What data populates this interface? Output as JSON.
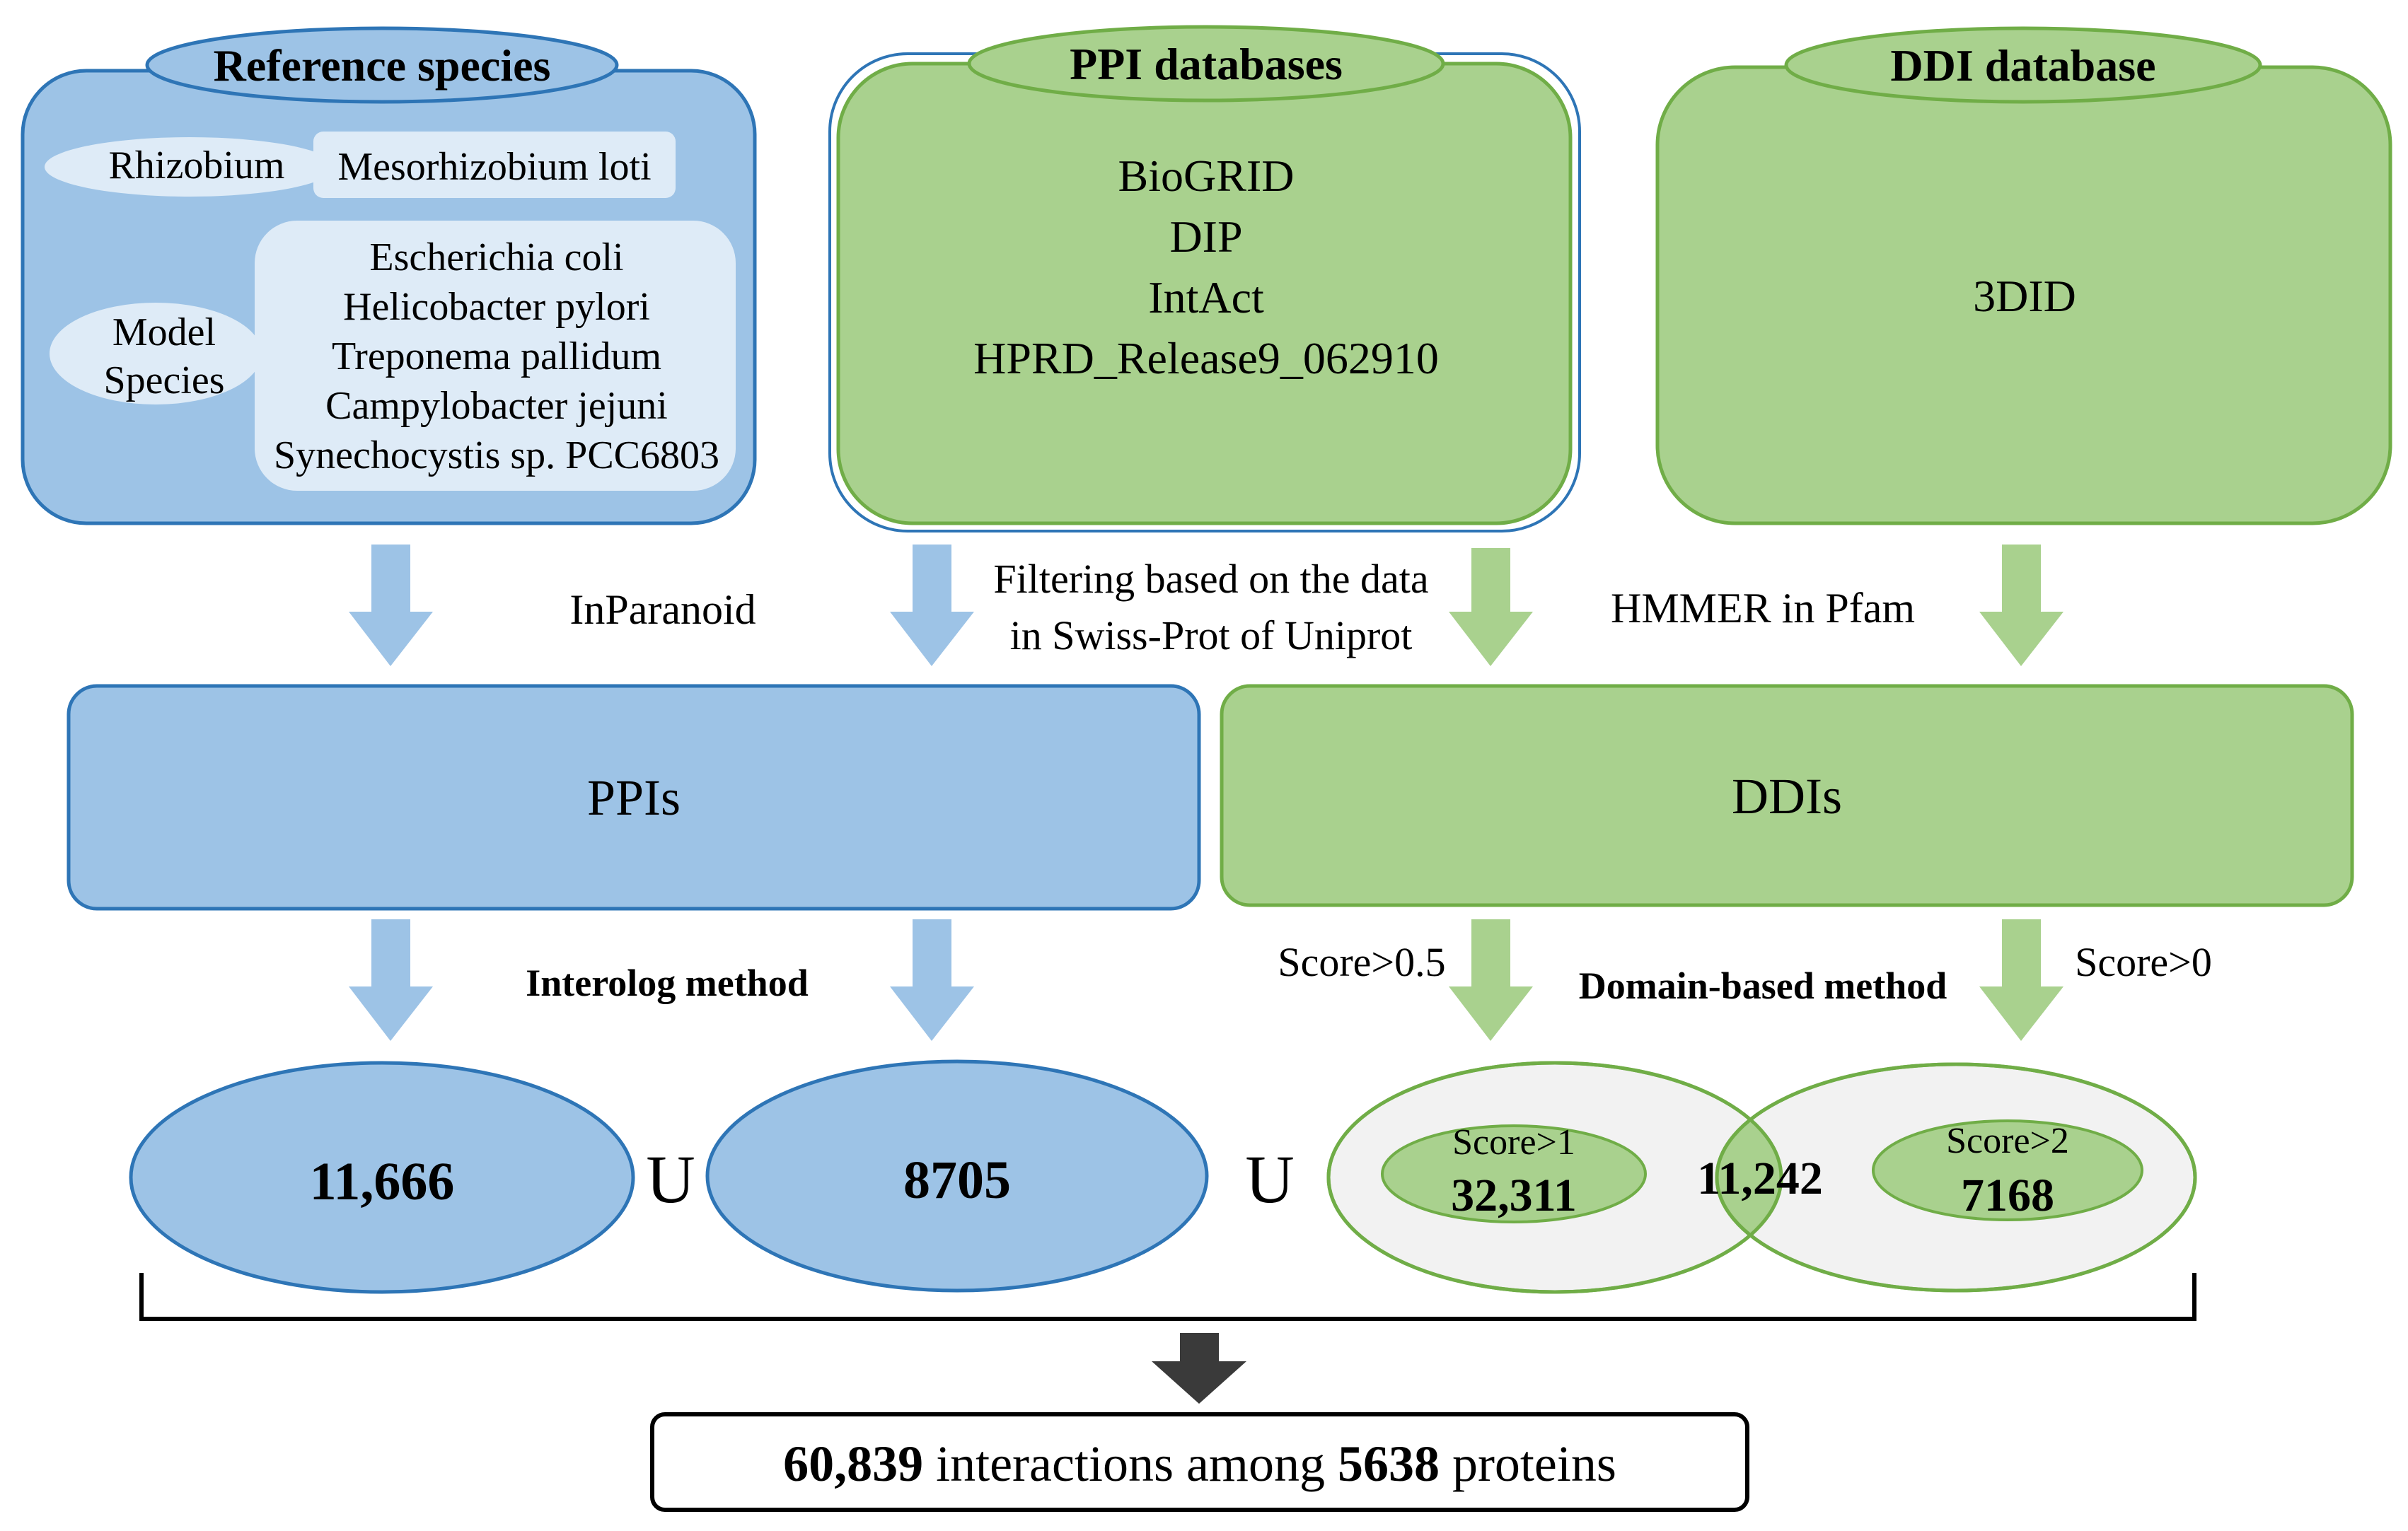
{
  "colors": {
    "blue_fill": "#9DC3E6",
    "blue_stroke": "#2E75B6",
    "blue_light": "#DEEBF7",
    "green_fill": "#A9D18E",
    "green_stroke": "#70AD47",
    "gray_light": "#F2F2F2",
    "dark": "#3A3A3A"
  },
  "reference_species": {
    "title": "Reference species",
    "rhizobium_label": "Rhizobium",
    "rhizobium_species": "Mesorhizobium  loti",
    "model_label_line1": "Model",
    "model_label_line2": "Species",
    "model_species": [
      "Escherichia coli",
      "Helicobacter pylori",
      "Treponema pallidum",
      "Campylobacter jejuni",
      "Synechocystis sp. PCC6803"
    ]
  },
  "ppi_databases": {
    "title": "PPI databases",
    "items": [
      "BioGRID",
      "DIP",
      "IntAct",
      "HPRD_Release9_062910"
    ]
  },
  "ddi_database": {
    "title": "DDI database",
    "items": [
      "3DID"
    ]
  },
  "labels": {
    "inparanoid": "InParanoid",
    "filtering_line1": "Filtering  based on the data",
    "filtering_line2": "in Swiss-Prot of Uniprot",
    "hmmer": "HMMER  in Pfam",
    "ppis": "PPIs",
    "ddis": "DDIs",
    "interolog": "Interolog method",
    "domain_based": "Domain-based method",
    "score_05": "Score>0.5",
    "score_0": "Score>0",
    "union_symbol": "U"
  },
  "results": {
    "interolog_count": "11,666",
    "filtered_count": "8705",
    "score1_label": "Score>1",
    "score1_count": "32,311",
    "intersection_count": "11,242",
    "score2_label": "Score>2",
    "score2_count": "7168"
  },
  "summary": {
    "interactions": "60,839",
    "interactions_text": "interactions  among",
    "proteins": "5638",
    "proteins_text": "proteins"
  }
}
